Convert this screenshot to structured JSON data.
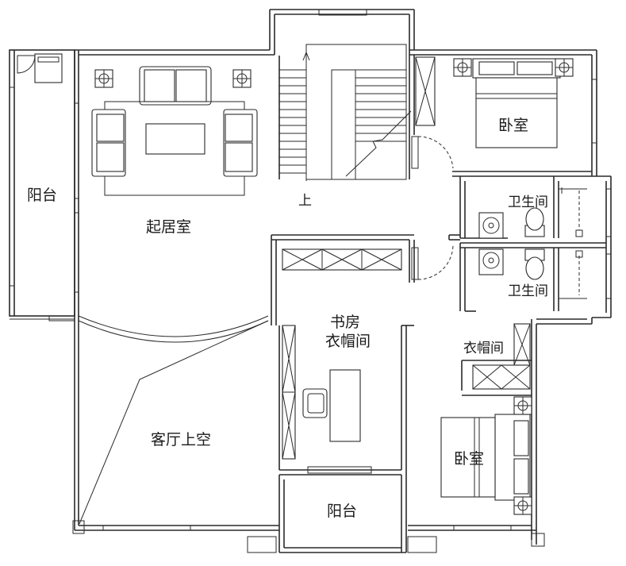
{
  "labels": {
    "balcony_west": "阳台",
    "family_room": "起居室",
    "stair_up": "上",
    "bedroom_ne": "卧室",
    "bath_upper": "卫生间",
    "bath_lower": "卫生间",
    "study_line1": "书房",
    "study_line2": "衣帽间",
    "closet_east": "衣帽间",
    "void_living": "客厅上空",
    "bedroom_se": "卧室",
    "balcony_south": "阳台"
  },
  "colors": {
    "line": "#2a2a2a",
    "background": "#ffffff",
    "fixture_fill": "#d9d9d9"
  }
}
